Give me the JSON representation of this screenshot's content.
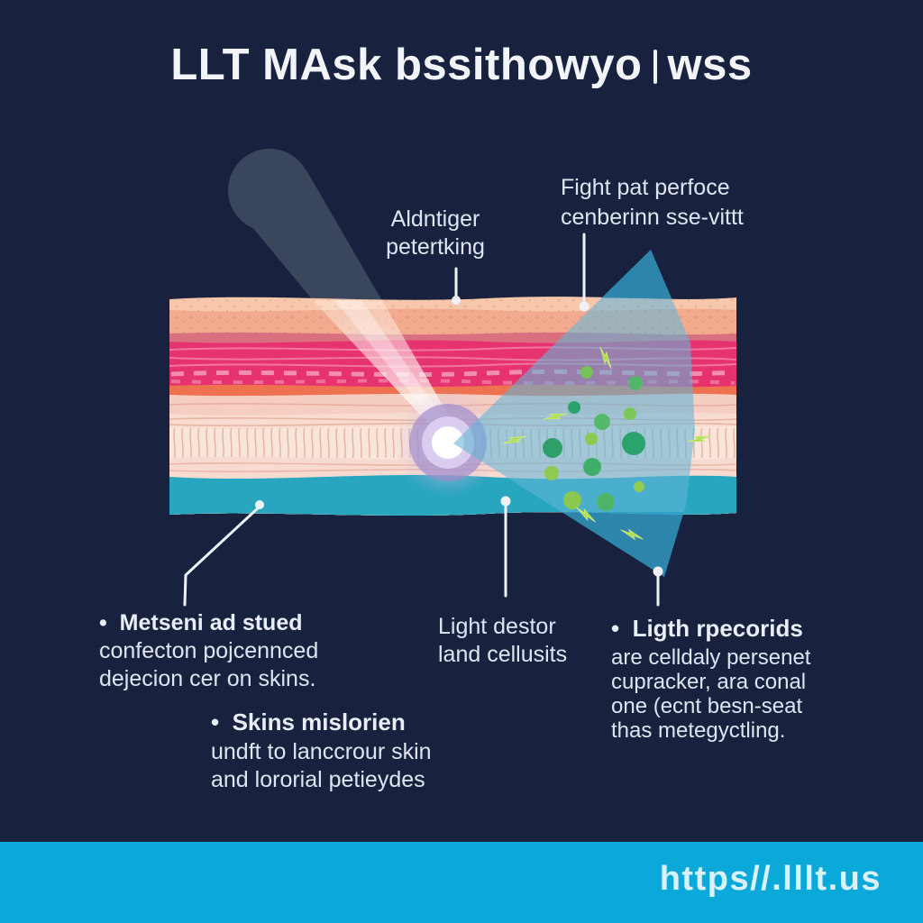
{
  "title": {
    "part1": "LLT MAsk bssithowyo",
    "part2": "wss"
  },
  "footer": {
    "url": "https//.lllt.us"
  },
  "colors": {
    "background": "#18223f",
    "footer_bar": "#0aa9da",
    "title_text": "#f2f4f8",
    "label_text": "#dfe5f0",
    "cone_blue": "#63b5d8",
    "cone_outer_blue": "#1a94c0",
    "beam_gray": "#9ab3ae",
    "focus_purple": "#9e8acb",
    "particle_green_dark": "#2ba26c",
    "particle_green_mid": "#52b76b",
    "particle_green_light": "#8fcb50",
    "sparkle_green": "#aede52"
  },
  "diagram": {
    "callouts": {
      "penetration": {
        "lines": [
          "Aldntiger",
          "petertking"
        ]
      },
      "surface": {
        "lines": [
          "Fight pat perfoce",
          "cenberinn sse-vittt"
        ]
      },
      "deep": {
        "bullet": "•",
        "title": "Metseni ad stued",
        "lines": [
          "confecton pojcennced",
          "dejecion cer on skins."
        ]
      },
      "cells": {
        "lines": [
          "Light destor",
          "land cellusits"
        ]
      },
      "records": {
        "bullet": "•",
        "title": "Ligth rpecorids",
        "lines": [
          "are celldaly persenet",
          "cupracker, ara conal",
          "one (ecnt besn-seat",
          "thas metegyctling."
        ]
      },
      "skin_note": {
        "bullet": "•",
        "title": "Skins mislorien",
        "lines": [
          "undft to lanccrour skin",
          "and lororial petieydes"
        ]
      }
    },
    "skin_layers": [
      {
        "name": "epidermis-highlight",
        "color": "#f7c7ab"
      },
      {
        "name": "epidermis",
        "color": "#f2ab8f"
      },
      {
        "name": "rose-band",
        "color": "#d97080"
      },
      {
        "name": "dermis-magenta",
        "color": "#e73270"
      },
      {
        "name": "orange-band",
        "color": "#ee7150"
      },
      {
        "name": "upper-hypodermis",
        "color": "#f5cdc1"
      },
      {
        "name": "mid-hypodermis",
        "color": "#f8dccf"
      },
      {
        "name": "fiber-layer",
        "color": "#f9e5da"
      },
      {
        "name": "lower-hypodermis",
        "color": "#f7dbd1"
      },
      {
        "name": "subcutis-teal",
        "color": "#29a6bf"
      }
    ]
  }
}
